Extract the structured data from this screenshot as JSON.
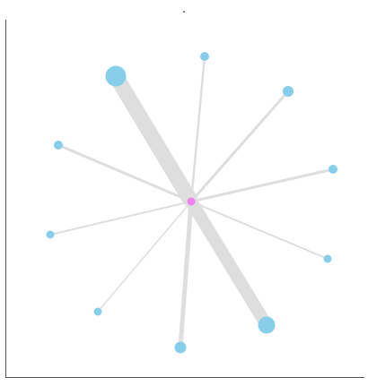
{
  "title": ".",
  "colors": {
    "edge": "#dedede",
    "leaf": "#87ceeb",
    "hub": "#ee82ee",
    "frame": "#555555"
  },
  "graph": {
    "type": "star",
    "hub": "center",
    "edges": [
      {
        "target": "n1",
        "weight": 10
      },
      {
        "target": "n2",
        "weight": 2
      },
      {
        "target": "n3",
        "weight": 3
      },
      {
        "target": "n4",
        "weight": 3
      },
      {
        "target": "n5",
        "weight": 9
      },
      {
        "target": "n6",
        "weight": 2
      },
      {
        "target": "n7",
        "weight": 2
      },
      {
        "target": "n8",
        "weight": 1
      },
      {
        "target": "n9",
        "weight": 1
      },
      {
        "target": "n10",
        "weight": 5
      }
    ]
  }
}
